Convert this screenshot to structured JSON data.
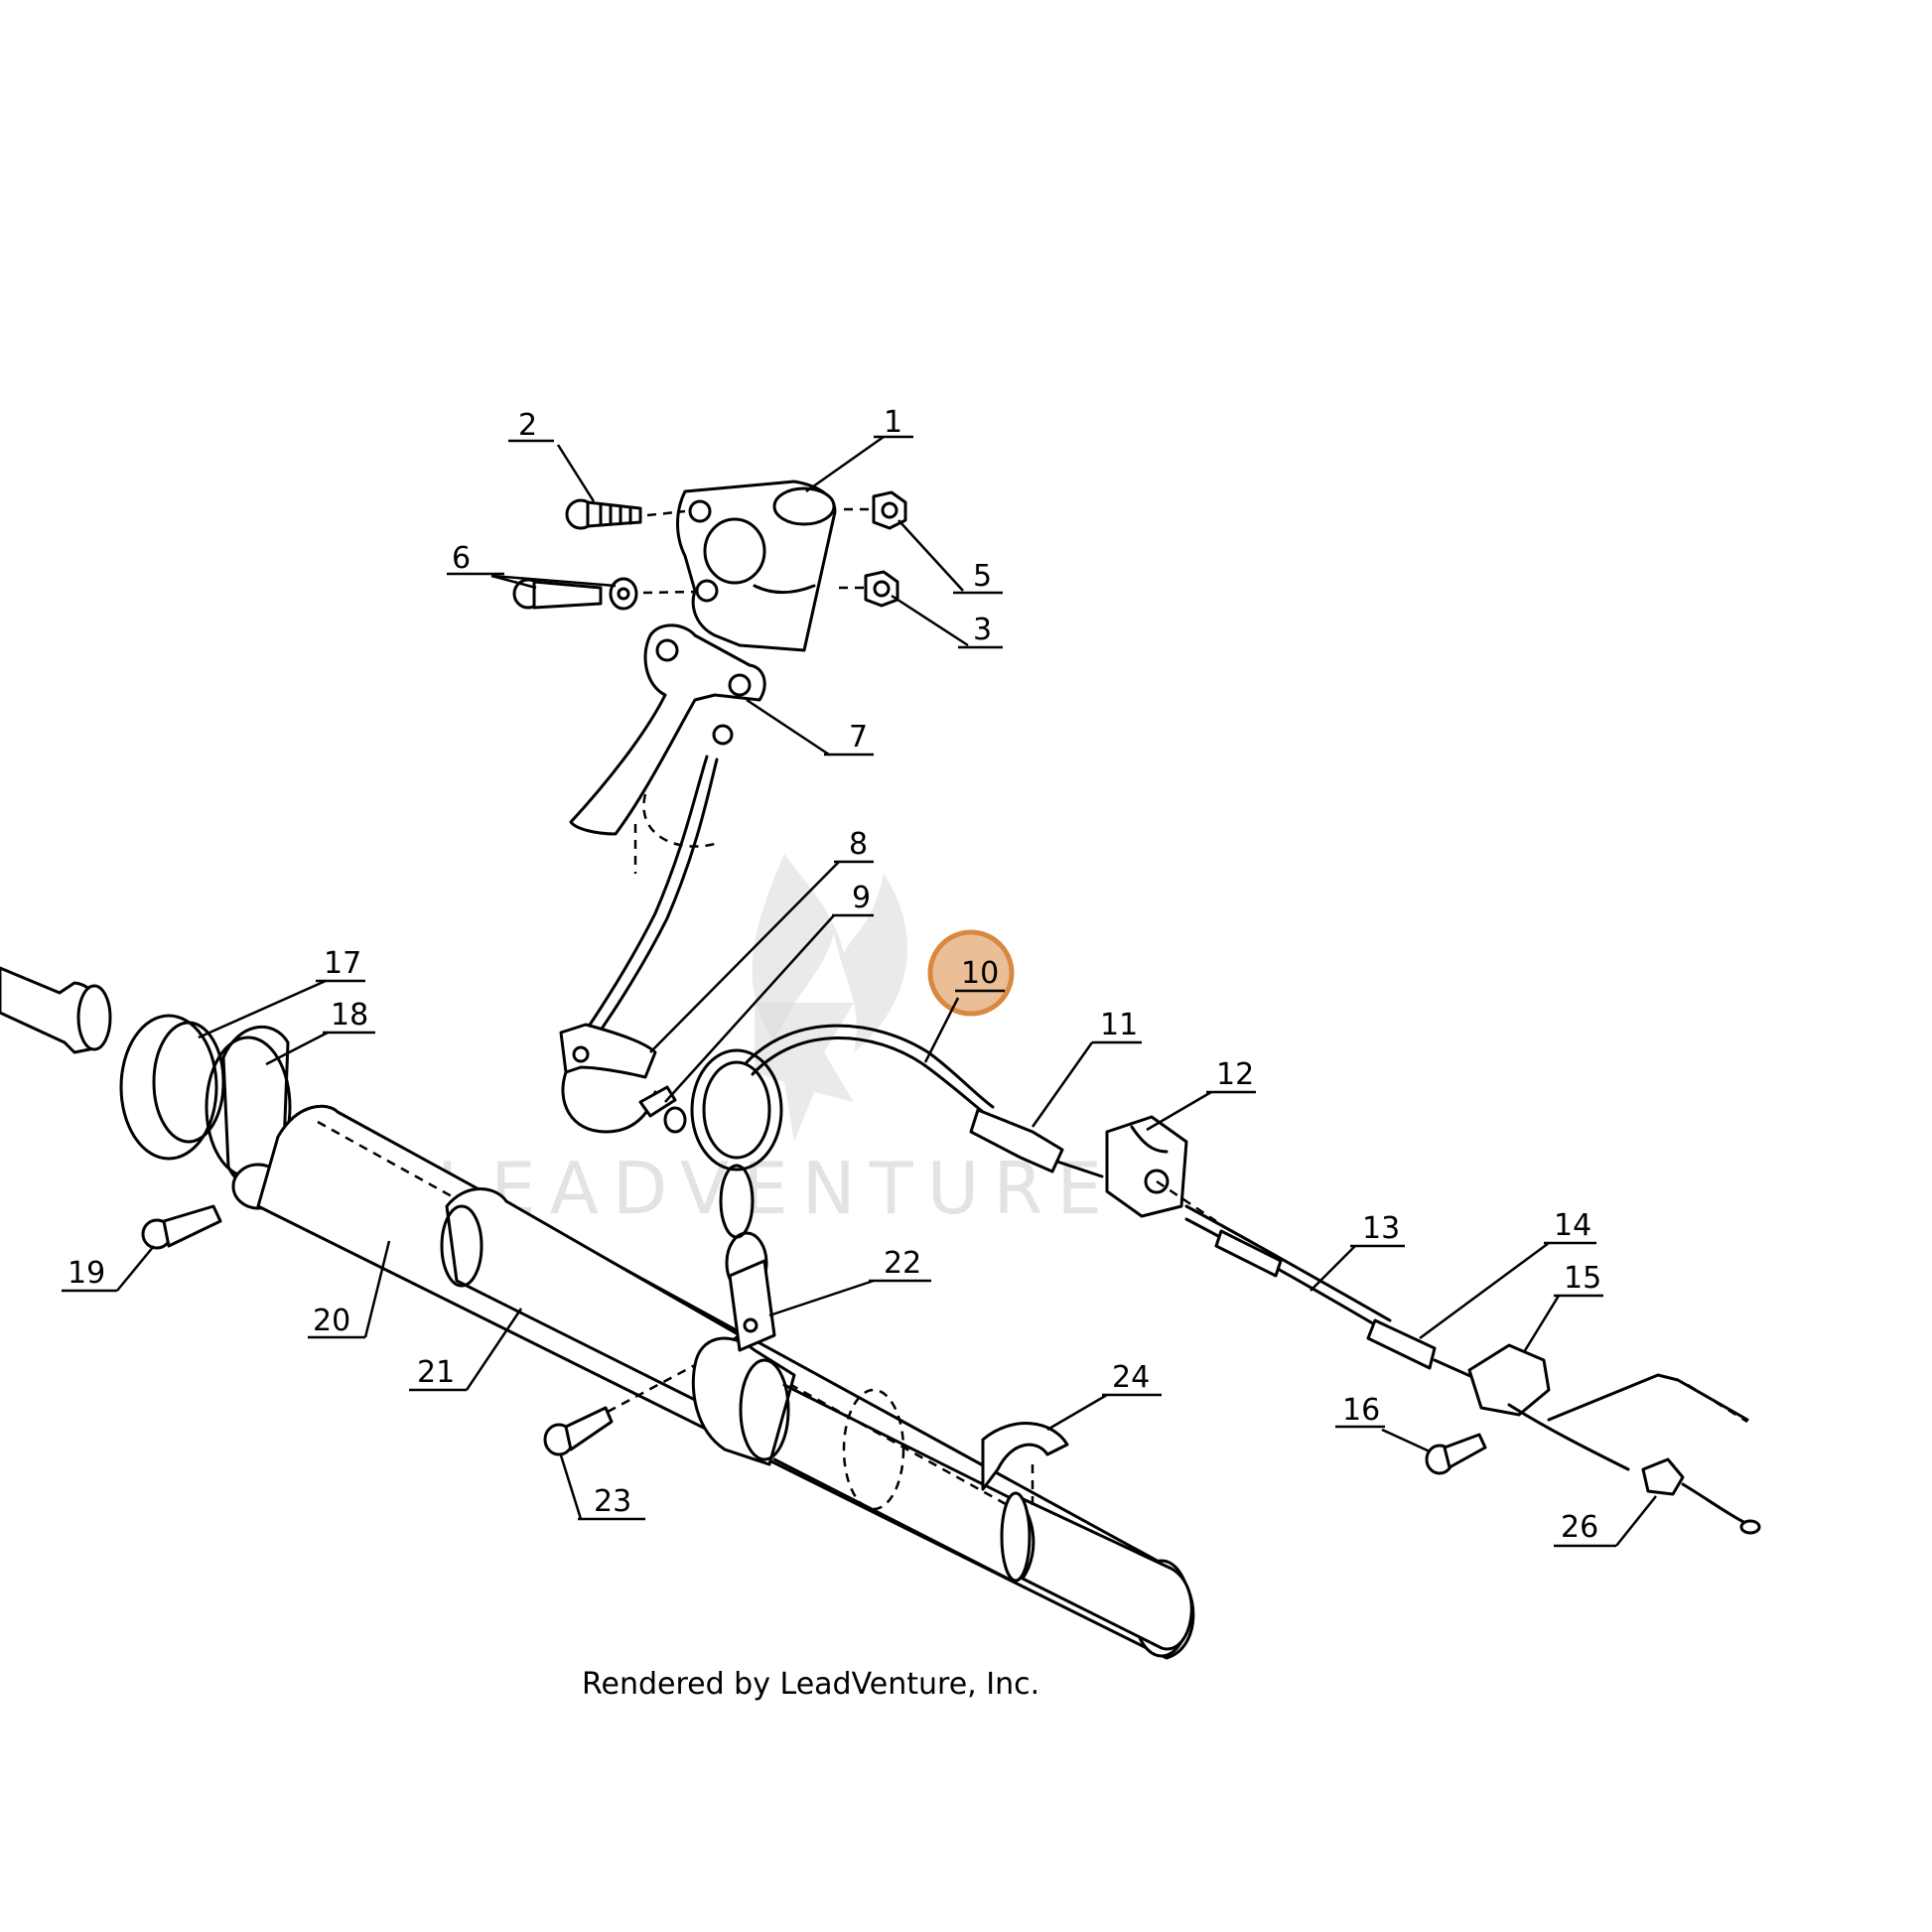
{
  "diagram": {
    "callouts": [
      "1",
      "2",
      "3",
      "5",
      "6",
      "7",
      "8",
      "9",
      "10",
      "11",
      "12",
      "13",
      "14",
      "15",
      "16",
      "17",
      "18",
      "19",
      "20",
      "21",
      "22",
      "23",
      "24",
      "26"
    ],
    "highlighted_callout": "10",
    "highlight_color": "#d9883f",
    "credit": "Rendered by LeadVenture, Inc.",
    "watermark": "LEADVENTURE"
  }
}
